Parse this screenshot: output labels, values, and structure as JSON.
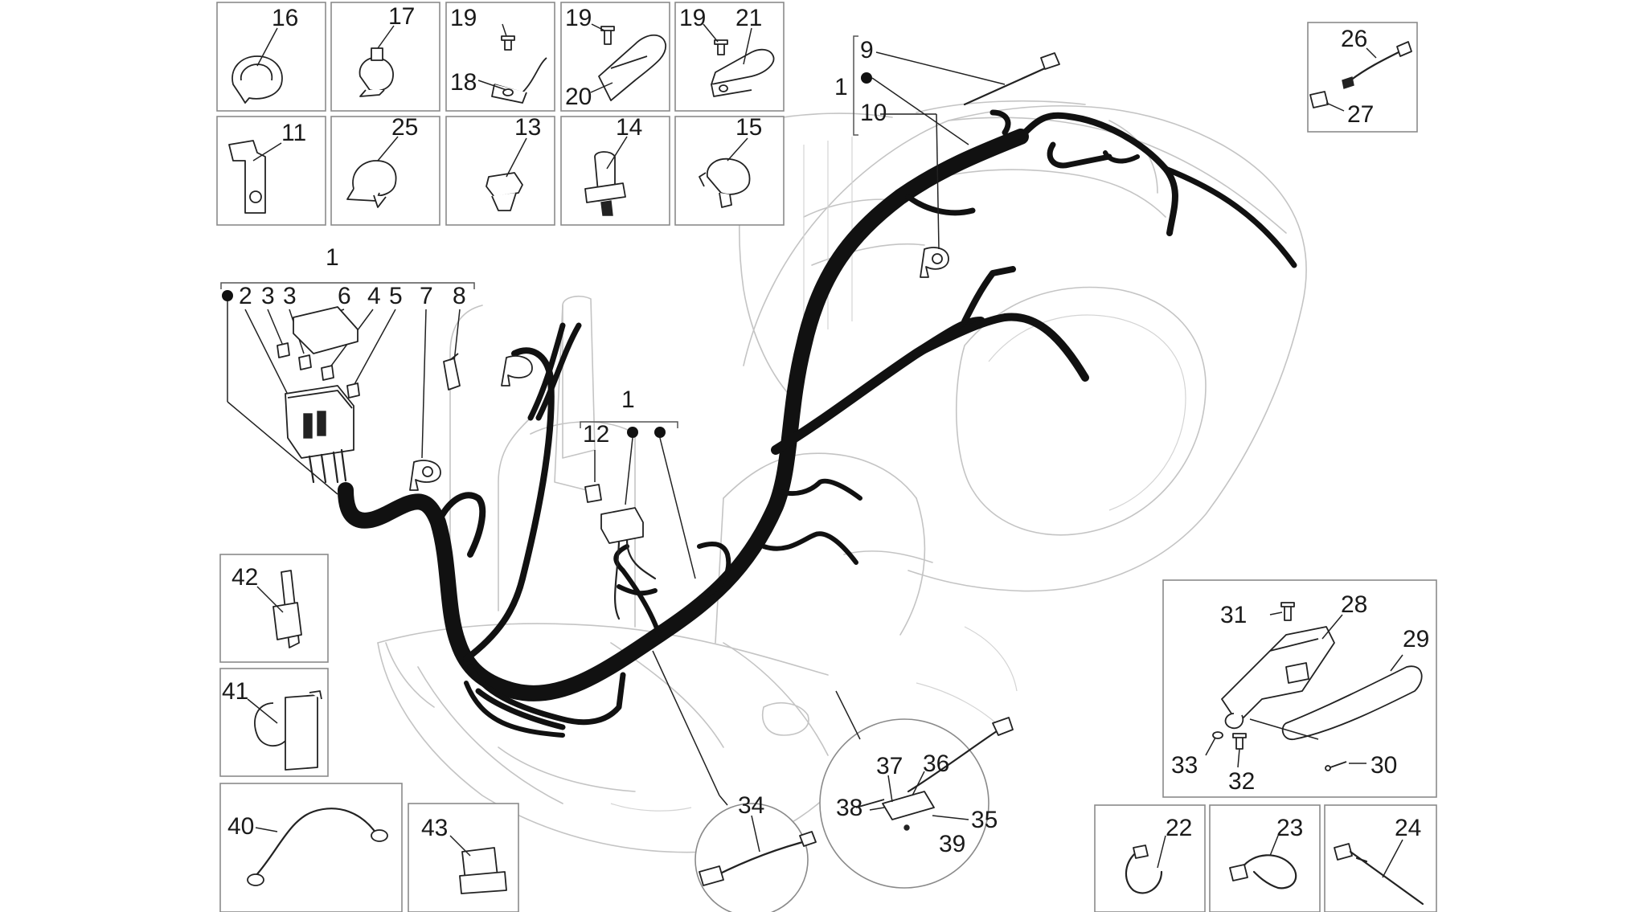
{
  "diagram": {
    "labels": {
      "l16": "16",
      "l17": "17",
      "l19a": "19",
      "l18": "18",
      "l19b": "19",
      "l20": "20",
      "l19c": "19",
      "l21": "21",
      "l11": "11",
      "l25": "25",
      "l13": "13",
      "l14": "14",
      "l15": "15",
      "l26": "26",
      "l27": "27",
      "l9": "9",
      "l1_top": "1",
      "l10": "10",
      "l1_left": "1",
      "l2": "2",
      "l3a": "3",
      "l3b": "3",
      "l6": "6",
      "l4": "4",
      "l5": "5",
      "l7": "7",
      "l8": "8",
      "l1_mid": "1",
      "l12": "12",
      "l42": "42",
      "l41": "41",
      "l40": "40",
      "l43": "43",
      "l34": "34",
      "l37": "37",
      "l36": "36",
      "l38": "38",
      "l35": "35",
      "l39": "39",
      "l31": "31",
      "l28": "28",
      "l29": "29",
      "l33": "33",
      "l32": "32",
      "l30": "30",
      "l22": "22",
      "l23": "23",
      "l24": "24"
    }
  }
}
